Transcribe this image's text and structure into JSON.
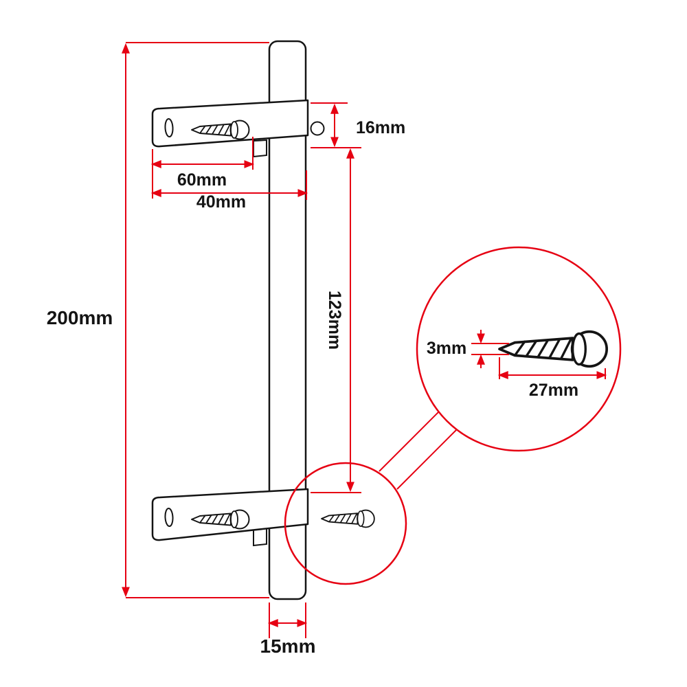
{
  "page": {
    "background": "#ffffff"
  },
  "colors": {
    "dimension_red": "#e60012",
    "line_black": "#141414",
    "background": "#ffffff"
  },
  "dimensions": {
    "overall_height": "200mm",
    "strap_height": "16mm",
    "bracket_length": "60mm",
    "bracket_offset": "40mm",
    "bracket_spacing": "123mm",
    "bar_width": "15mm",
    "screw_diameter": "3mm",
    "screw_length": "27mm"
  }
}
